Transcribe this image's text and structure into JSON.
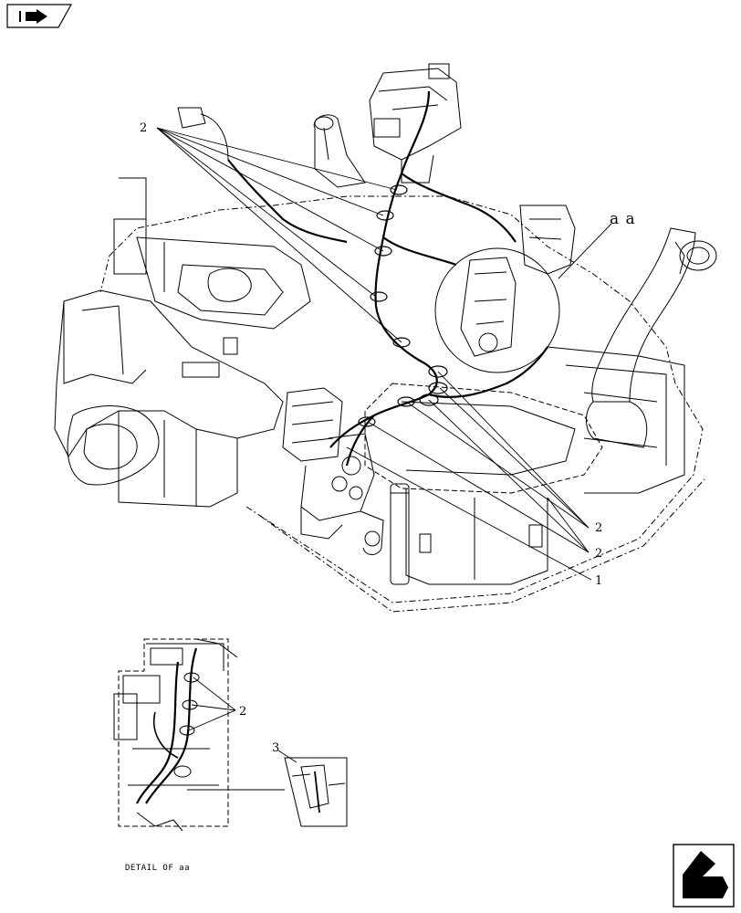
{
  "nav": {
    "prev_icon": "arrow-right-flag-icon",
    "next_icon": "arrow-next-box-icon"
  },
  "callouts": {
    "c2_top": "2",
    "c2_right_a": "2",
    "c2_right_b": "2",
    "c1": "1",
    "c2_detail": "2",
    "c3_detail": "3",
    "aa": "a a"
  },
  "detail": {
    "caption": "DETAIL OF aa"
  },
  "colors": {
    "line": "#000000",
    "background": "#ffffff"
  }
}
